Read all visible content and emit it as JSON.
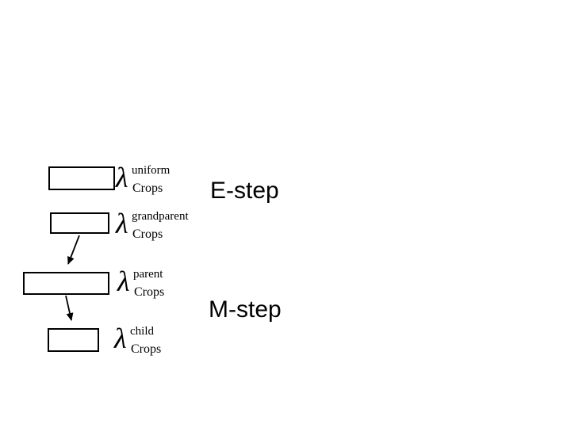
{
  "slide": {
    "background": "#ffffff",
    "ink_color": "#000000"
  },
  "diagram": {
    "nodes": [
      {
        "id": "uniform",
        "lambda": "λ",
        "sup": "uniform",
        "sub": "Crops"
      },
      {
        "id": "grandparent",
        "lambda": "λ",
        "sup": "grandparent",
        "sub": "Crops"
      },
      {
        "id": "parent",
        "lambda": "λ",
        "sup": "parent",
        "sub": "Crops"
      },
      {
        "id": "child",
        "lambda": "λ",
        "sup": "child",
        "sub": "Crops"
      }
    ],
    "edges": [
      {
        "from": "grandparent",
        "to": "parent"
      },
      {
        "from": "parent",
        "to": "child"
      }
    ]
  },
  "annotations": {
    "e_step": "E-step",
    "m_step": "M-step"
  }
}
